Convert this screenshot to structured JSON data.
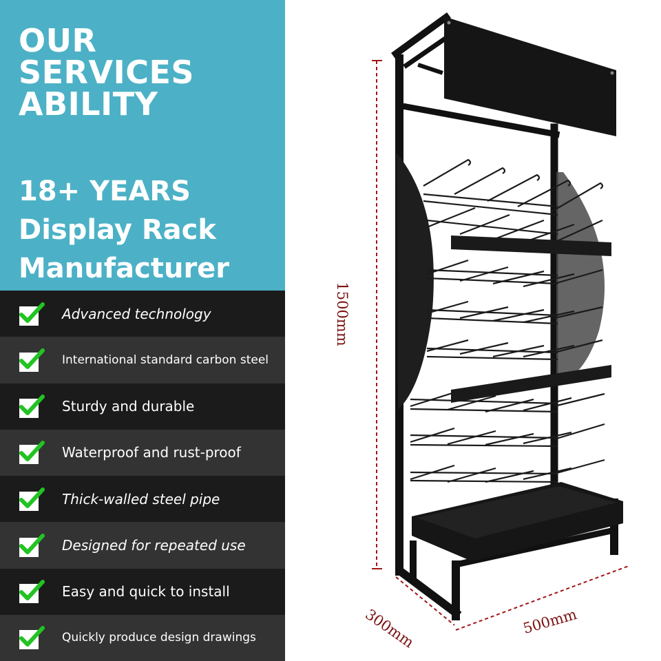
{
  "headline": [
    "OUR",
    "SERVICES",
    "ABILITY"
  ],
  "subline": [
    "18+ YEARS",
    "Display Rack",
    "Manufacturer"
  ],
  "features": [
    {
      "text": "Advanced technology",
      "italic": true
    },
    {
      "text": "International standard carbon steel",
      "italic": false,
      "small": true
    },
    {
      "text": "Sturdy and durable",
      "italic": false
    },
    {
      "text": "Waterproof and rust-proof",
      "italic": false
    },
    {
      "text": "Thick-walled steel pipe",
      "italic": true
    },
    {
      "text": "Designed for repeated use",
      "italic": true
    },
    {
      "text": "Easy and quick to install",
      "italic": false
    },
    {
      "text": "Quickly produce design drawings",
      "italic": false,
      "small": true
    }
  ],
  "dimensions": {
    "height": "1500mm",
    "depth": "300mm",
    "width": "500mm"
  },
  "colors": {
    "banner": "#4cb1c6",
    "check_box": "#ffffff",
    "check_mark": "#22c322",
    "dimension": "#7a1111",
    "rack": "#111111"
  },
  "icons": {
    "feature_bullet": "check-icon"
  }
}
